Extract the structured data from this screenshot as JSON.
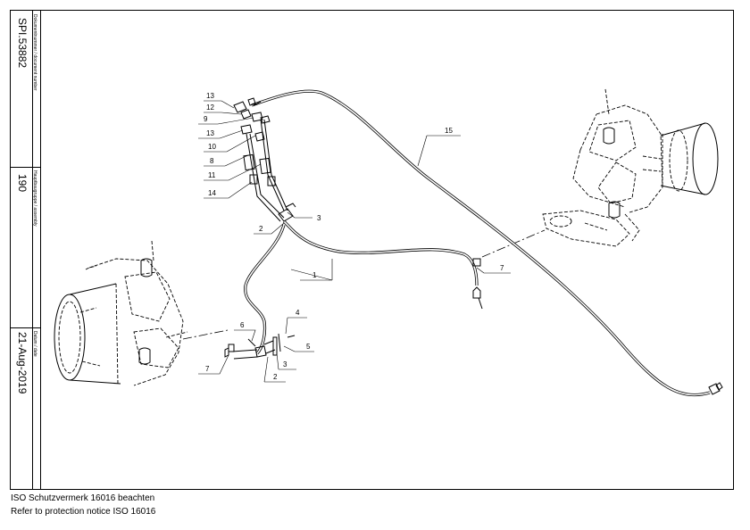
{
  "title_block": {
    "document_number_label": "Dokumentnummer / document number",
    "document_number": "SPI.53882",
    "assembly_label": "Hauptbaugruppe / assembly",
    "assembly": "190",
    "date_label": "Datum / date",
    "date": "21-Aug-2019"
  },
  "notice": {
    "line1": "ISO Schutzvermerk 16016 beachten",
    "line2": "Refer to protection notice ISO 16016"
  },
  "callouts": {
    "c13a": "13",
    "c12": "12",
    "c9": "9",
    "c13b": "13",
    "c10": "10",
    "c8": "8",
    "c11": "11",
    "c14": "14",
    "c15": "15",
    "c3a": "3",
    "c2a": "2",
    "c1": "1",
    "c7a": "7",
    "c6": "6",
    "c4": "4",
    "c5": "5",
    "c7b": "7",
    "c3b": "3",
    "c2b": "2"
  }
}
